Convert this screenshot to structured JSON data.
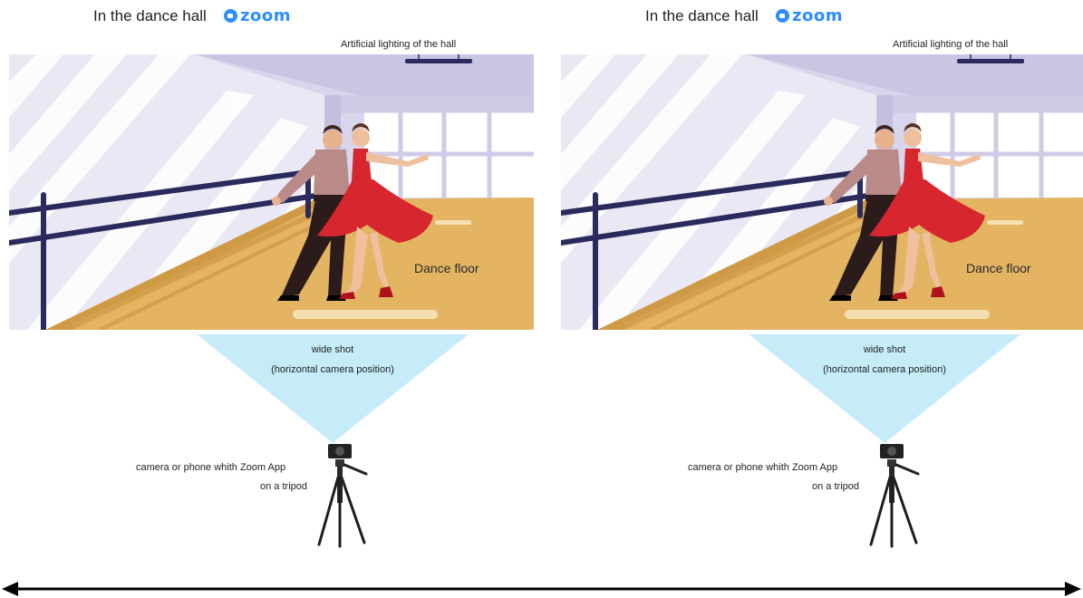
{
  "panels": [
    {
      "title": "In the dance hall",
      "logo_text": "zoom",
      "lighting_label": "Artificial lighting of the hall",
      "floor_label": "Dance floor",
      "shot_line1": "wide shot",
      "shot_line2": "(horizontal camera position)",
      "camera_line1": "camera or phone whith Zoom App",
      "camera_line2": "on a tripod"
    },
    {
      "title": "In the dance hall",
      "logo_text": "zoom",
      "lighting_label": "Artificial lighting of the hall",
      "floor_label": "Dance floor",
      "shot_line1": "wide shot",
      "shot_line2": "(horizontal camera position)",
      "camera_line1": "camera or phone whith Zoom App",
      "camera_line2": "on a tripod"
    }
  ],
  "colors": {
    "zoom_blue": "#2d8cff",
    "wall": "#d8d6ec",
    "ceiling": "#c9c5e3",
    "floor": "#e3b462",
    "rail": "#2b2a5c",
    "cone": "#c6ecfa",
    "dress": "#d7262d"
  }
}
